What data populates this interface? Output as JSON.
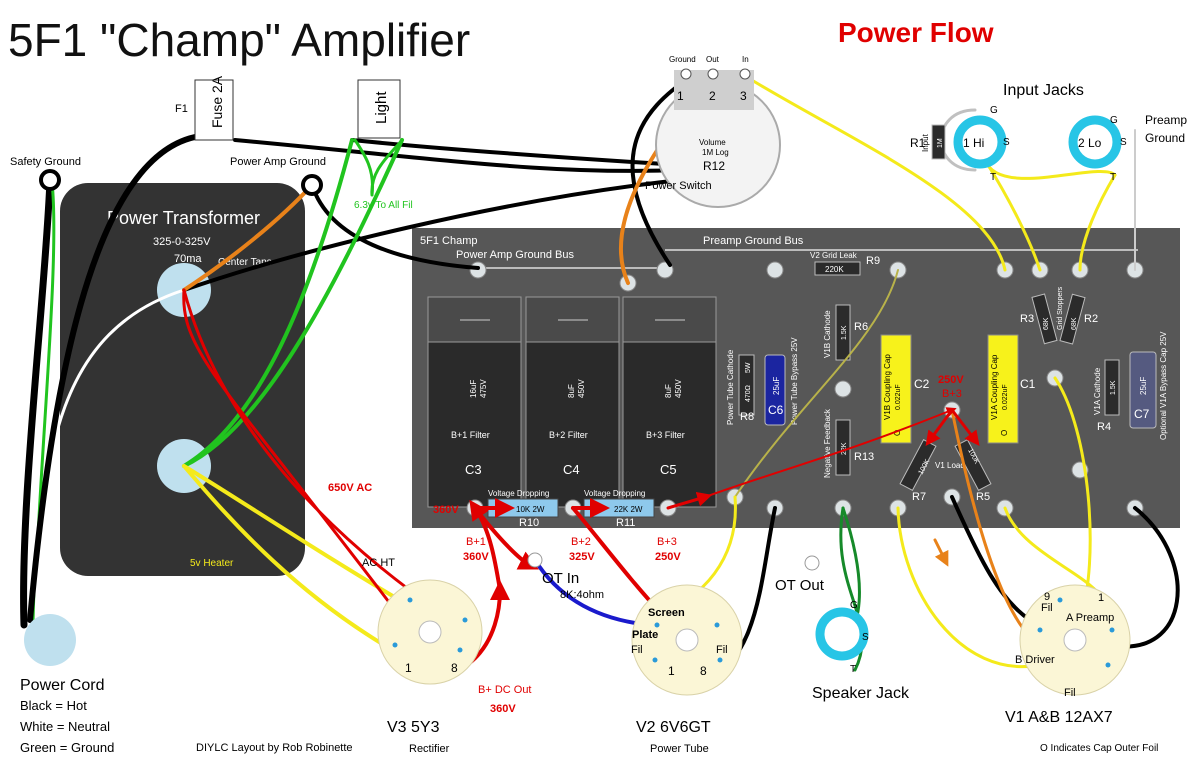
{
  "title": "5F1 \"Champ\" Amplifier",
  "subtitle": "Power Flow",
  "credit": "DIYLC Layout by Rob Robinette",
  "cap_note": "O Indicates Cap Outer Foil",
  "colors": {
    "power_flow_red": "#e00000",
    "board": "#575757",
    "transformer": "#333333",
    "wire_yellow": "#f4ea1b",
    "wire_green": "#21c41f",
    "wire_orange": "#e8821a",
    "wire_blue": "#1a1acc",
    "socket": "#fbf6d6",
    "terminal": "#bfe0ee"
  },
  "fuse": {
    "ref": "F1",
    "label": "Fuse 2A"
  },
  "light": {
    "label": "Light",
    "fil_note": "6.3v To All Fil"
  },
  "grounds": {
    "safety": "Safety Ground",
    "power_amp": "Power Amp Ground"
  },
  "transformer": {
    "title": "Power Transformer",
    "rating": "325-0-325V",
    "current": "70ma",
    "center_taps": "Center Taps",
    "heater": "5v Heater"
  },
  "power_cord": {
    "title": "Power Cord",
    "black": "Black = Hot",
    "white": "White = Neutral",
    "green": "Green = Ground"
  },
  "pot": {
    "ground": "Ground",
    "out": "Out",
    "in": "In",
    "pin1": "1",
    "pin2": "2",
    "pin3": "3",
    "name": "Volume",
    "value": "1M Log",
    "ref": "R12",
    "switch": "Power Switch"
  },
  "input_jacks": {
    "title": "Input Jacks",
    "hi": "1 Hi",
    "lo": "2 Lo",
    "g": "G",
    "s": "S",
    "t": "T",
    "r1": "R1",
    "r1_label": "Input",
    "r1_value": "1M",
    "preamp_ground_1": "Preamp",
    "preamp_ground_2": "Ground"
  },
  "board": {
    "name": "5F1 Champ",
    "pa_bus": "Power Amp Ground Bus",
    "pre_bus": "Preamp Ground Bus",
    "c3": {
      "value": "16uF",
      "volt": "475V",
      "role": "B+1 Filter",
      "ref": "C3"
    },
    "c4": {
      "value": "8uF",
      "volt": "450V",
      "role": "B+2 Filter",
      "ref": "C4"
    },
    "c5": {
      "value": "8uF",
      "volt": "450V",
      "role": "B+3 Filter",
      "ref": "C5"
    },
    "r10": {
      "title": "Voltage Dropping",
      "value": "10K 2W",
      "ref": "R10"
    },
    "r11": {
      "title": "Voltage Dropping",
      "value": "22K 2W",
      "ref": "R11"
    },
    "r8": {
      "ref": "R8",
      "value": "470Ω",
      "watt": "5W",
      "role": "Power Tube Cathode"
    },
    "c6": {
      "ref": "C6",
      "value": "25uF",
      "role": "Power Tube Bypass 25V"
    },
    "r9": {
      "ref": "R9",
      "value": "220K",
      "role": "V2 Grid Leak"
    },
    "r6": {
      "ref": "R6",
      "value": "1.5K",
      "role": "V1B Cathode"
    },
    "r13": {
      "ref": "R13",
      "value": "22K",
      "role": "Negative Feedback"
    },
    "c2": {
      "ref": "C2",
      "value": "0.022uF",
      "role": "V1B Coupling Cap",
      "foil": "O"
    },
    "c1": {
      "ref": "C1",
      "value": "0.022uF",
      "role": "V1A Coupling Cap",
      "foil": "O"
    },
    "r7": {
      "ref": "R7",
      "value": "100K"
    },
    "r5": {
      "ref": "R5",
      "value": "100K"
    },
    "v1_load": "V1 Load",
    "r3": {
      "ref": "R3",
      "value": "68K"
    },
    "r2": {
      "ref": "R2",
      "value": "68K"
    },
    "grid_stoppers": "Grid Stoppers",
    "r4": {
      "ref": "R4",
      "value": "1.5K",
      "role": "V1A Cathode"
    },
    "c7": {
      "ref": "C7",
      "value": "25uF",
      "role": "Optional V1A Bypass Cap 25V"
    }
  },
  "voltages": {
    "v650": "650V AC",
    "v360": "360V",
    "bp1": "B+1",
    "bp1v": "360V",
    "bp2": "B+2",
    "bp2v": "325V",
    "bp3": "B+3",
    "bp3v": "250V",
    "bp250": "250V",
    "bp250b": "B+3",
    "bdc": "B+ DC Out",
    "bdcv": "360V"
  },
  "labels": {
    "ac_ht": "AC HT"
  },
  "ot": {
    "in": "OT In",
    "ratio": "8K:4ohm",
    "out": "OT Out"
  },
  "v3": {
    "title": "V3  5Y3",
    "role": "Rectifier",
    "pin1": "1",
    "pin8": "8"
  },
  "v2": {
    "title": "V2  6V6GT",
    "role": "Power Tube",
    "screen": "Screen",
    "plate": "Plate",
    "fil_l": "Fil",
    "fil_r": "Fil",
    "pin1": "1",
    "pin8": "8"
  },
  "v1": {
    "title": "V1 A&B  12AX7",
    "a": "A Preamp",
    "b": "B Driver",
    "fil9": "9",
    "fil9b": "Fil",
    "fil_bottom": "Fil",
    "pin1": "1"
  },
  "speaker": {
    "title": "Speaker Jack",
    "g": "G",
    "s": "S",
    "t": "T"
  }
}
